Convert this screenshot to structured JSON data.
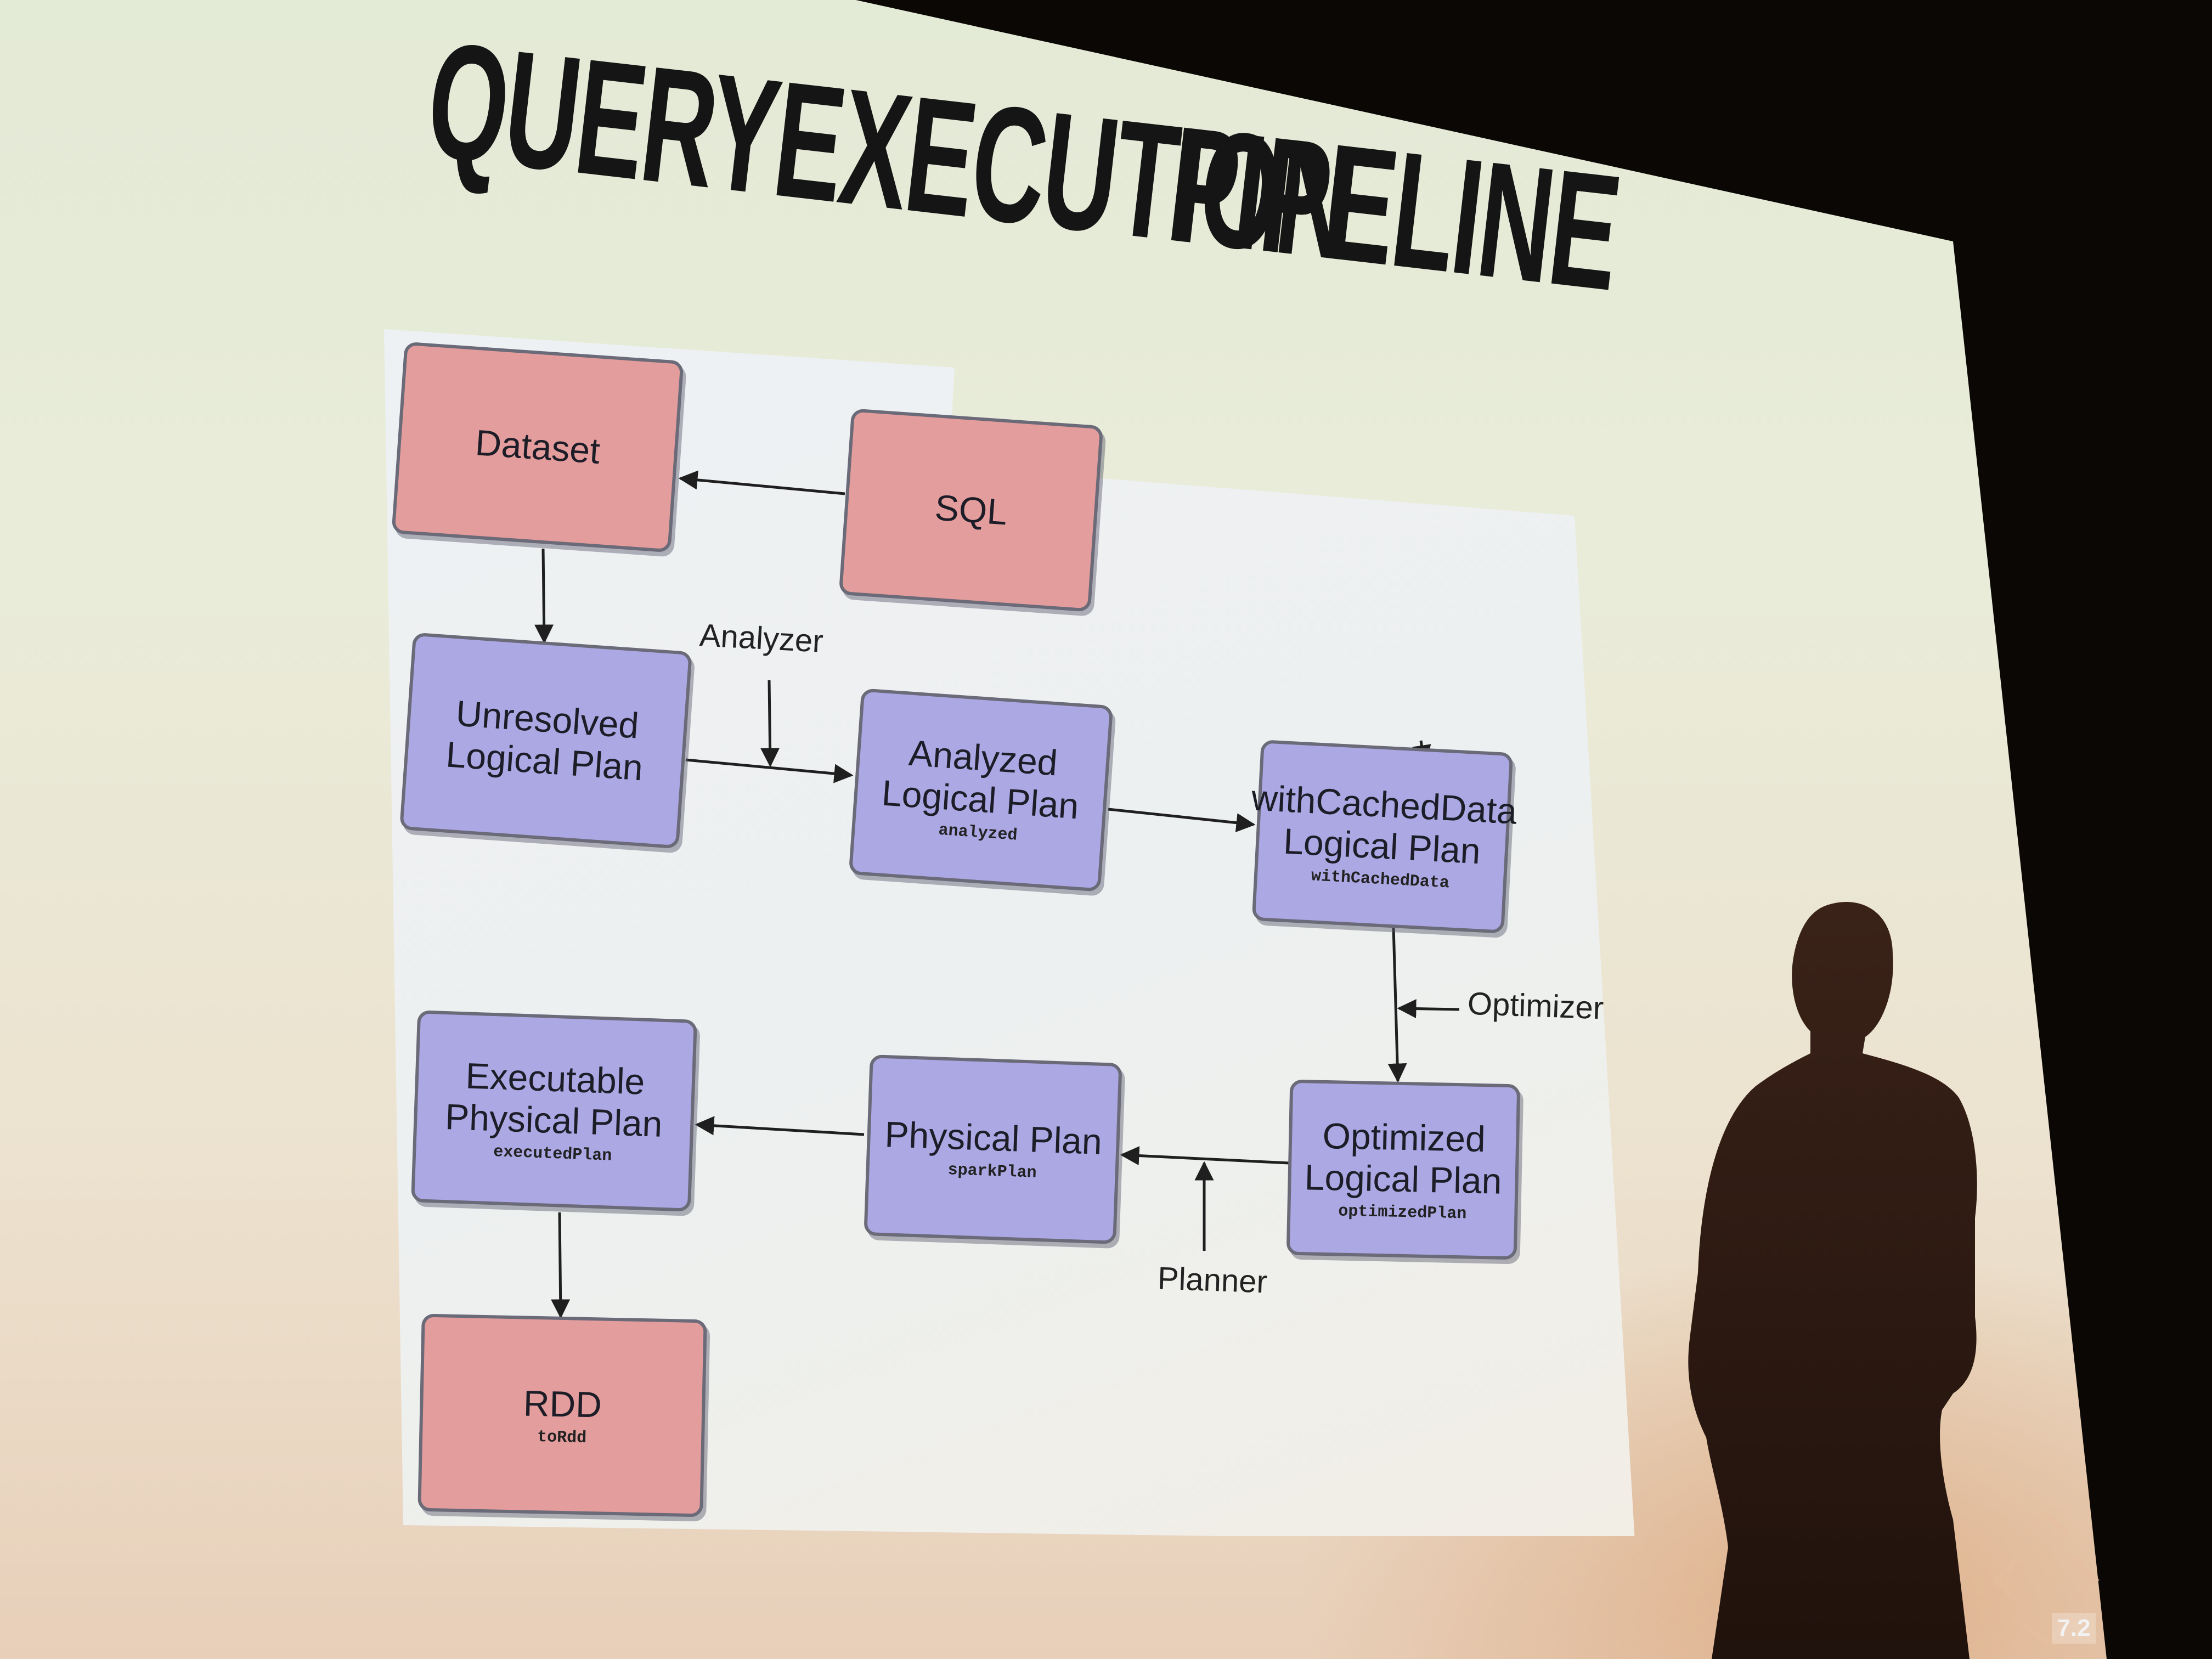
{
  "slide": {
    "title_part1": "QUERYEXECUTION",
    "title_part2": "PIPELINE",
    "slide_number": "7.2"
  },
  "diagram": {
    "nodes": {
      "dataset": {
        "label": "Dataset"
      },
      "sql": {
        "label": "SQL"
      },
      "unresolved": {
        "label": "Unresolved\nLogical Plan"
      },
      "analyzed": {
        "label": "Analyzed\nLogical Plan",
        "sub": "analyzed"
      },
      "cached": {
        "label": "withCachedData\nLogical Plan",
        "sub": "withCachedData"
      },
      "optimized": {
        "label": "Optimized\nLogical Plan",
        "sub": "optimizedPlan"
      },
      "physical": {
        "label": "Physical Plan",
        "sub": "sparkPlan"
      },
      "executable": {
        "label": "Executable\nPhysical Plan",
        "sub": "executedPlan"
      },
      "rdd": {
        "label": "RDD",
        "sub": "toRdd"
      }
    },
    "edge_labels": {
      "analyzer": "Analyzer",
      "optimizer": "Optimizer",
      "planner": "Planner"
    }
  },
  "colors": {
    "red_node": "#e49d9d",
    "blue_node": "#aba8e4",
    "arrow": "#1f1f1f"
  }
}
